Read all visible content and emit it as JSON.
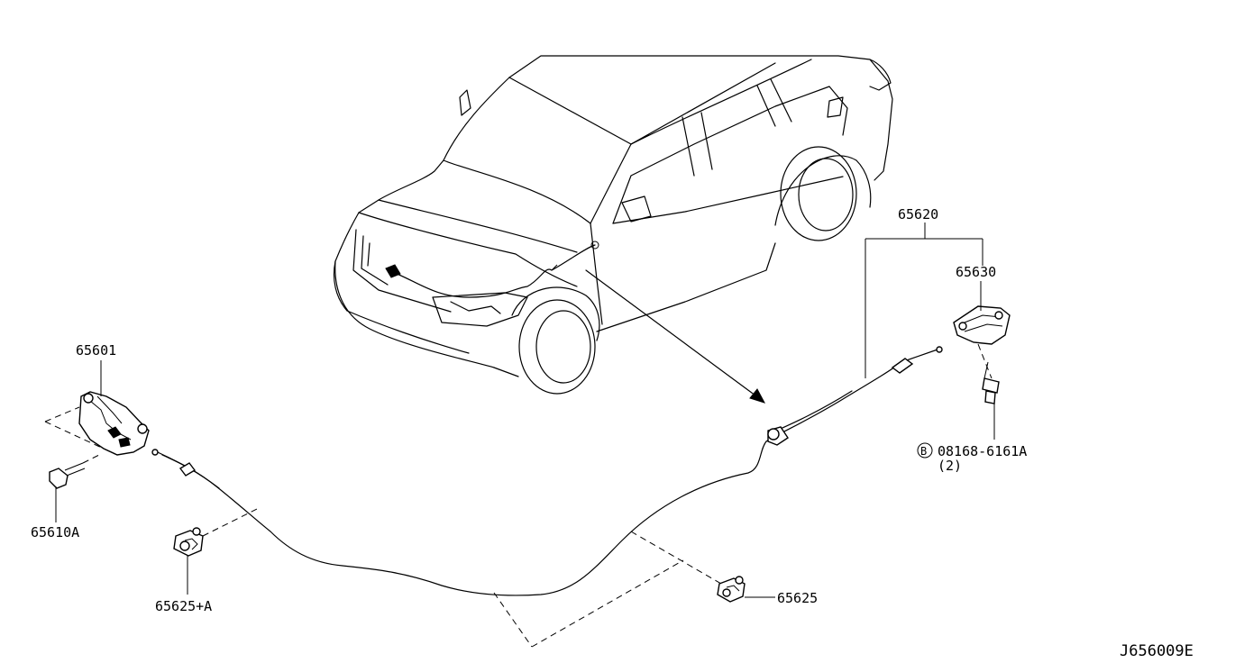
{
  "diagram": {
    "code": "J656009E",
    "parts": {
      "cable_assembly": "65620",
      "hood_lock_control": "65630",
      "hood_lock": "65601",
      "bolt": "08168-6161A",
      "bolt_qty": "(2)",
      "bolt_prefix": "B",
      "clip_a": "65625+A",
      "clip": "65625",
      "bolt_a": "65610A"
    }
  }
}
